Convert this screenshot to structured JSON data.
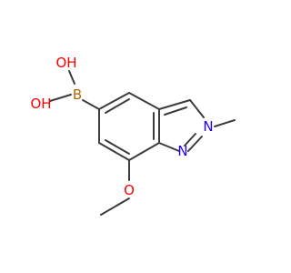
{
  "molecule": {
    "colors": {
      "bond": "#3c3c3c",
      "carbon": "#3c3c3c",
      "oxygen": "#ff0000",
      "nitrogen": "#2000ff",
      "boron": "#b06a00"
    },
    "labels": {
      "boron": "B",
      "hydroxyl_top": "OH",
      "hydroxyl_left": "OH",
      "methoxy_oxygen": "O",
      "ring_nitrogen_1": "N",
      "ring_nitrogen_2": "N"
    }
  }
}
